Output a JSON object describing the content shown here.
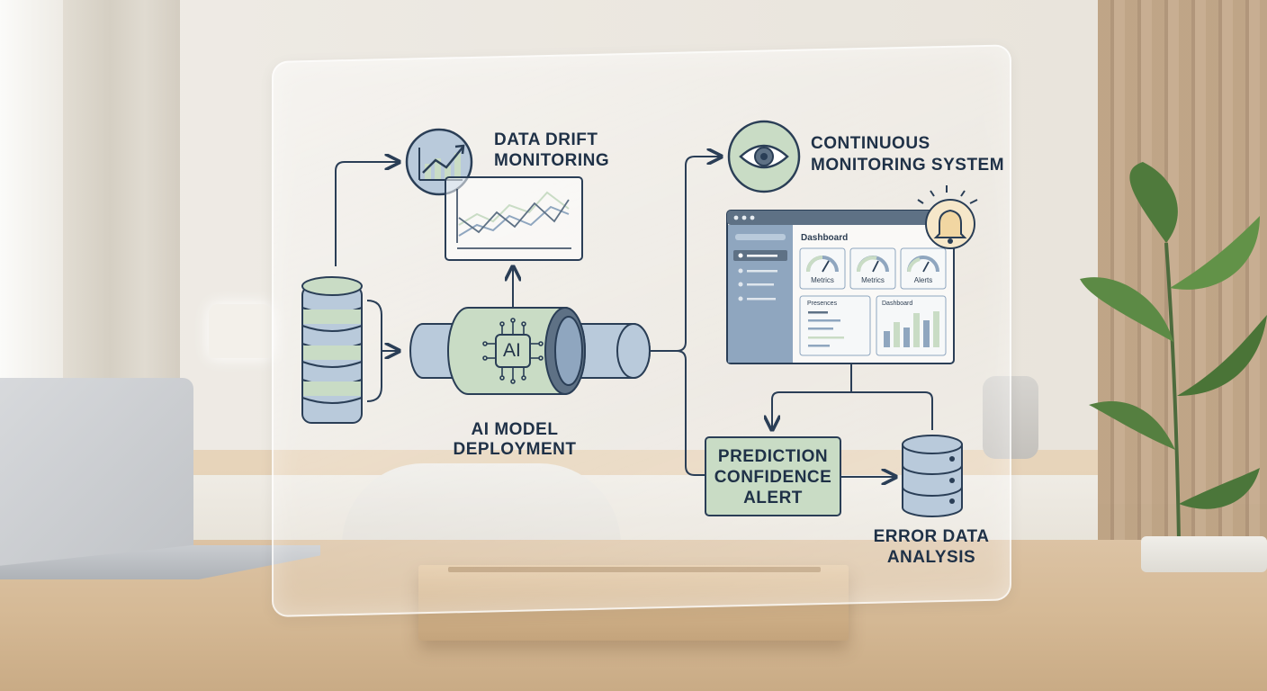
{
  "diagram": {
    "data_drift": {
      "line1": "DATA DRIFT",
      "line2": "MONITORING",
      "icon": "trend-chart-icon"
    },
    "continuous": {
      "line1": "CONTINUOUS",
      "line2": "MONITORING SYSTEM",
      "icon": "eye-icon"
    },
    "ai_model": {
      "line1": "AI MODEL",
      "line2": "DEPLOYMENT",
      "chip_label": "AI",
      "icon": "ai-chip-icon"
    },
    "prediction": {
      "line1": "PREDICTION",
      "line2": "CONFIDENCE",
      "line3": "ALERT"
    },
    "error": {
      "line1": "ERROR DATA",
      "line2": "ANALYSIS",
      "icon": "server-database-icon"
    },
    "data_source": {
      "icon": "database-stack-icon"
    },
    "dashboard": {
      "title": "Dashboard",
      "gauges": [
        "Metrics",
        "Metrics",
        "Alerts"
      ],
      "panel_left_title": "Presences",
      "panel_right_title": "Dashboard",
      "bell_icon": "bell-icon"
    }
  },
  "colors": {
    "stroke": "#2a3e56",
    "blue_fill": "#b9cadb",
    "green_fill": "#c9dcc5",
    "mid_blue": "#8fa6bf",
    "dark_slate": "#5e7185"
  }
}
